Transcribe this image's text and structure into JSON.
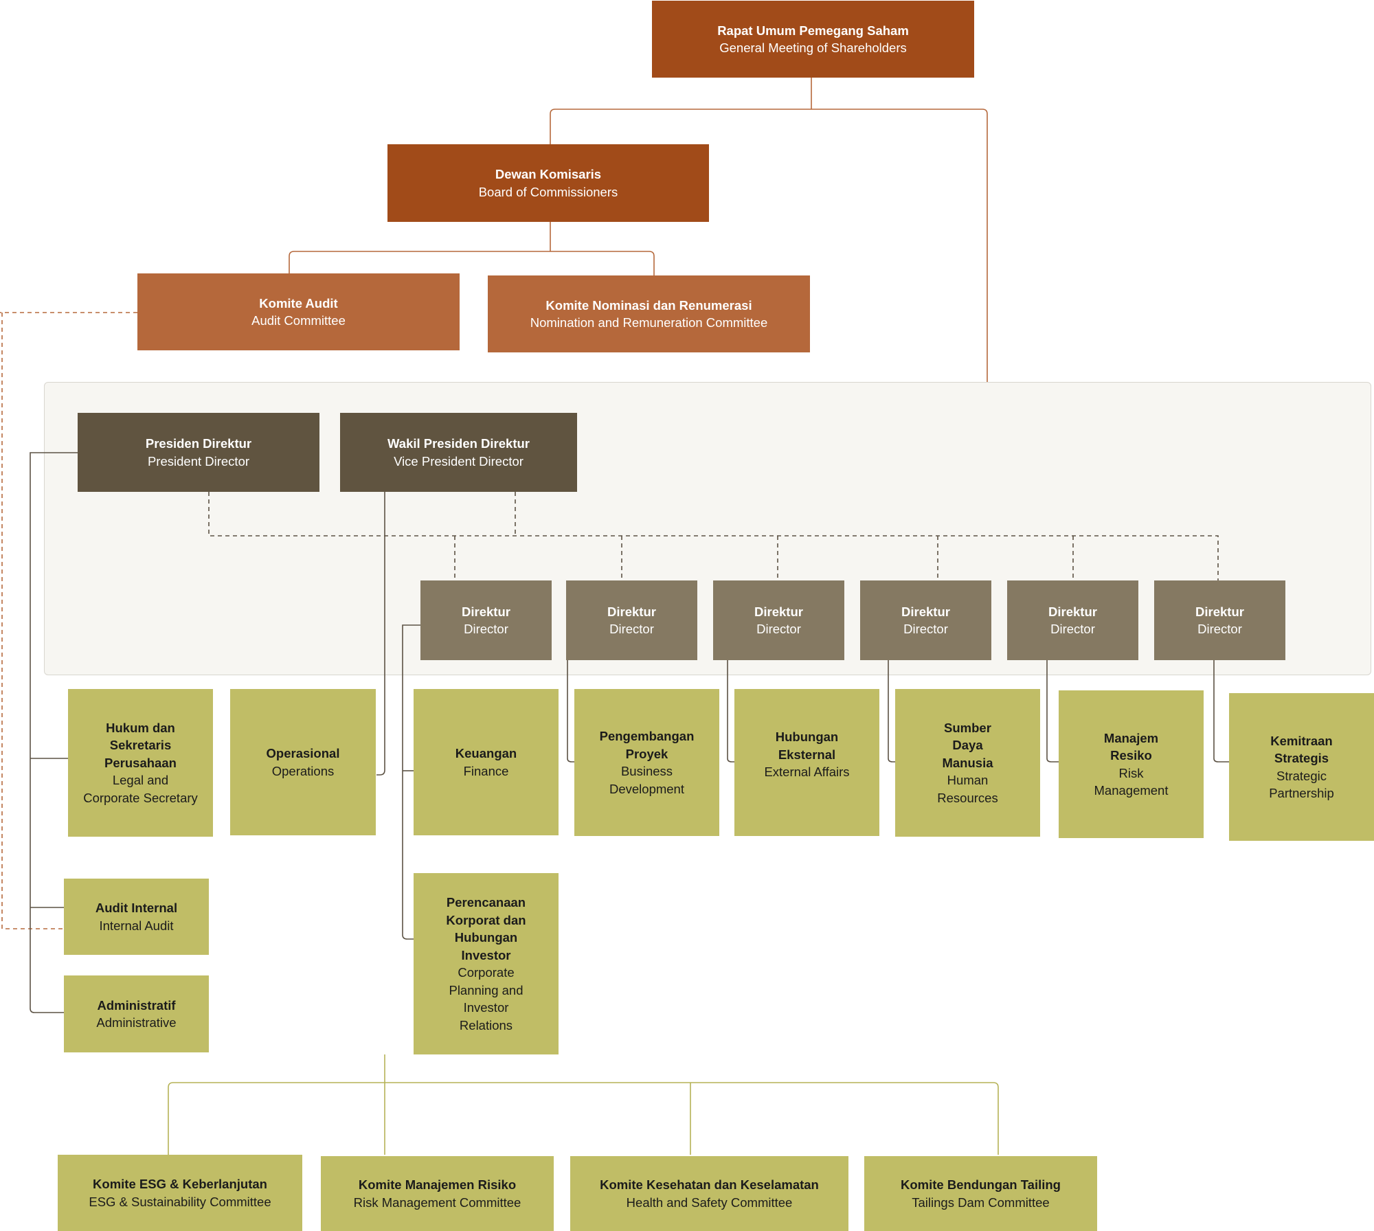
{
  "colors": {
    "shareholder_box": "#a14b19",
    "committee_box": "#b5683b",
    "president_box": "#605440",
    "director_box": "#857962",
    "unit_box": "#c0bd66",
    "line_top": "#b5683b",
    "line_exec": "#5c5244",
    "line_unit": "#b5b256",
    "panel_bg": "#f7f6f2"
  },
  "gms": {
    "id": "Rapat Umum Pemegang Saham",
    "en": "General Meeting of Shareholders"
  },
  "boc": {
    "id": "Dewan Komisaris",
    "en": "Board of Commissioners"
  },
  "audit_committee": {
    "id": "Komite Audit",
    "en": "Audit Committee"
  },
  "nomination_committee": {
    "id": "Komite Nominasi dan Renumerasi",
    "en": "Nomination and Remuneration Committee"
  },
  "president_director": {
    "id": "Presiden Direktur",
    "en": "President Director"
  },
  "vice_president_director": {
    "id": "Wakil Presiden Direktur",
    "en": "Vice President Director"
  },
  "directors": [
    {
      "id": "Direktur",
      "en": "Director"
    },
    {
      "id": "Direktur",
      "en": "Director"
    },
    {
      "id": "Direktur",
      "en": "Director"
    },
    {
      "id": "Direktur",
      "en": "Director"
    },
    {
      "id": "Direktur",
      "en": "Director"
    },
    {
      "id": "Direktur",
      "en": "Director"
    }
  ],
  "units": {
    "legal": {
      "id": "Hukum dan Sekretaris Perusahaan",
      "en": "Legal and Corporate Secretary"
    },
    "operations": {
      "id": "Operasional",
      "en": "Operations"
    },
    "finance": {
      "id": "Keuangan",
      "en": "Finance"
    },
    "business_development": {
      "id": "Pengembangan Proyek",
      "en": "Business Development"
    },
    "external_affairs": {
      "id": "Hubungan Eksternal",
      "en": "External Affairs"
    },
    "human_resources": {
      "id": "Sumber Daya Manusia",
      "en": "Human Resources"
    },
    "risk_management": {
      "id": "Manajem Resiko",
      "en": "Risk Management"
    },
    "strategic_partnership": {
      "id": "Kemitraan Strategis",
      "en": "Strategic Partnership"
    },
    "internal_audit": {
      "id": "Audit Internal",
      "en": "Internal Audit"
    },
    "administrative": {
      "id": "Administratif",
      "en": "Administrative"
    },
    "corporate_planning": {
      "id": "Perencanaan Korporat dan Hubungan Investor",
      "en": "Corporate Planning and Investor Relations"
    }
  },
  "board_committees": [
    {
      "id": "Komite ESG & Keberlanjutan",
      "en": "ESG & Sustainability Committee"
    },
    {
      "id": "Komite Manajemen Risiko",
      "en": "Risk Management Committee"
    },
    {
      "id": "Komite Kesehatan dan Keselamatan",
      "en": "Health and Safety Committee"
    },
    {
      "id": "Komite Bendungan Tailing",
      "en": "Tailings Dam Committee"
    }
  ]
}
